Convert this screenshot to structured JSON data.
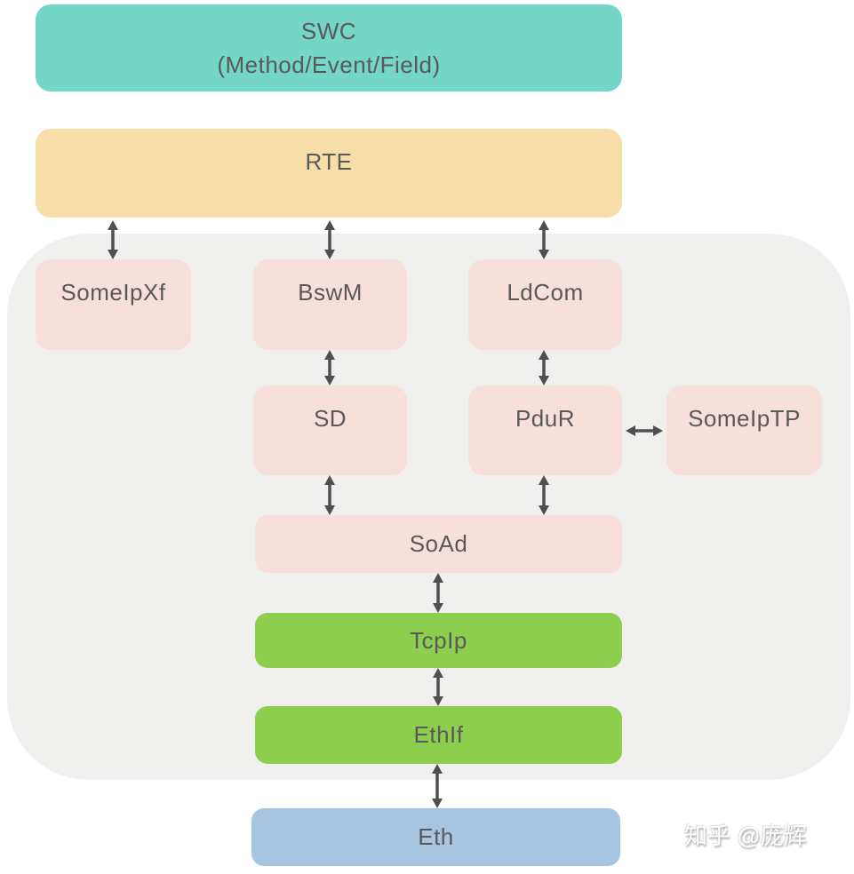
{
  "colors": {
    "swc": "#74D6C4",
    "rte": "#F7DEA8",
    "module": "#F7DFDB",
    "container": "#F0F0EF",
    "green": "#8DCE4F",
    "eth": "#A7C4E1",
    "text": "#595959",
    "arrow": "#4F4F4F"
  },
  "nodes": {
    "swc": {
      "line1": "SWC",
      "line2": "(Method/Event/Field)"
    },
    "rte": {
      "label": "RTE"
    },
    "someipxf": {
      "label": "SomeIpXf"
    },
    "bswm": {
      "label": "BswM"
    },
    "ldcom": {
      "label": "LdCom"
    },
    "sd": {
      "label": "SD"
    },
    "pdur": {
      "label": "PduR"
    },
    "someiptp": {
      "label": "SomeIpTP"
    },
    "soad": {
      "label": "SoAd"
    },
    "tcpip": {
      "label": "TcpIp"
    },
    "ethif": {
      "label": "EthIf"
    },
    "eth": {
      "label": "Eth"
    }
  },
  "watermark": "知乎 @庞辉"
}
